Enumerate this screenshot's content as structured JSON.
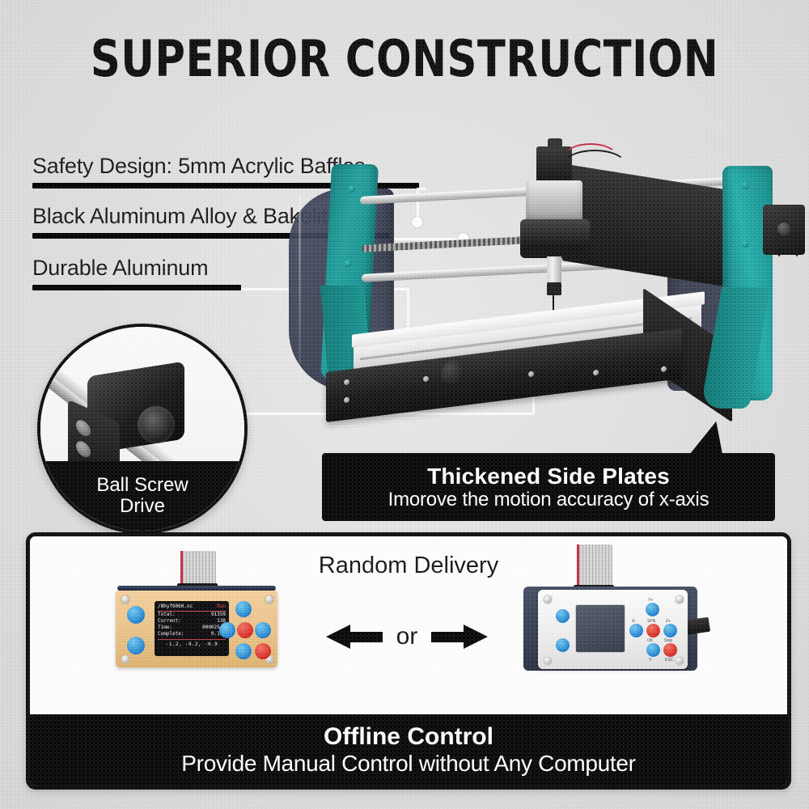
{
  "title": "SUPERIOR CONSTRUCTION",
  "features": [
    {
      "label": "Safety Design: 5mm Acrylic Baffles"
    },
    {
      "label": "Black Aluminum Alloy & Bakelite"
    },
    {
      "label": "Durable Aluminum"
    }
  ],
  "ball_screw": {
    "line1": "Ball Screw",
    "line2": "Drive"
  },
  "side_plates": {
    "heading": "Thickened Side Plates",
    "subtext": "Imorove the motion accuracy of x-axis"
  },
  "offline_panel": {
    "random_delivery": "Random Delivery",
    "or_label": "or",
    "heading": "Offline Control",
    "subtext": "Provide Manual Control without Any Computer",
    "controller_a": {
      "screen": {
        "file": "/Nhyf6060.nc",
        "status": "Run",
        "rows": [
          {
            "key": "Total:",
            "value": "91359"
          },
          {
            "key": "Current:",
            "value": "138"
          },
          {
            "key": "Time:",
            "value": "000025.5"
          },
          {
            "key": "Complete:",
            "value": "0.13%"
          }
        ],
        "coords": "-1.2, -9.2, -0.9"
      }
    },
    "controller_b": {
      "button_labels": [
        "Y+",
        "X-",
        "SPN",
        "Z+",
        "OK",
        "Step",
        "Y-",
        "ESC"
      ]
    }
  },
  "colors": {
    "background": "#dcdcdc",
    "teal": "#17807f",
    "acrylic": "#363c4e",
    "black": "#050505",
    "button_blue": "#1769c4",
    "button_red": "#cc2018",
    "lcd_accent": "#e2404c"
  }
}
